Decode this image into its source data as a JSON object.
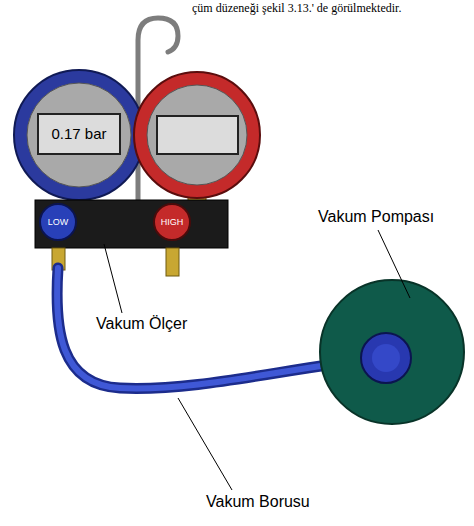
{
  "diagram": {
    "labels": [
      "çüm düzeneği şekil 3.13.' de görülmektedir.",
      "0.17 bar",
      "LOW",
      "HIGH",
      "Vakum Ölçer",
      "Vakum Pompası",
      "Vakum Borusu"
    ]
  }
}
